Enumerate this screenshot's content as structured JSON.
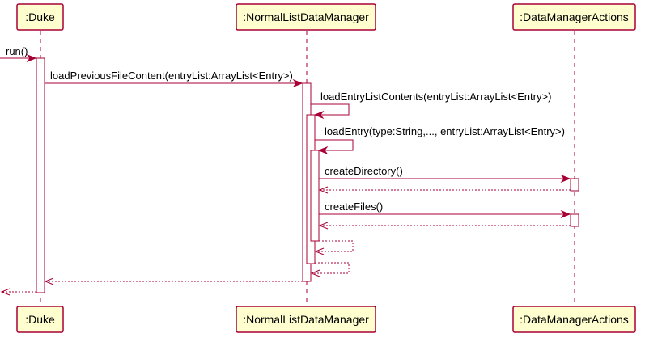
{
  "colors": {
    "participant_fill": "#FEFECE",
    "line": "#A80036",
    "text": "#000000"
  },
  "participants": [
    {
      "id": "duke",
      "label": ":Duke"
    },
    {
      "id": "normal",
      "label": ":NormalListDataManager"
    },
    {
      "id": "actions",
      "label": ":DataManagerActions"
    }
  ],
  "messages": [
    {
      "label": "run()",
      "from": "external",
      "to": "duke",
      "kind": "call"
    },
    {
      "label": "loadPreviousFileContent(entryList:ArrayList<Entry>)",
      "from": "duke",
      "to": "normal",
      "kind": "call"
    },
    {
      "label": "loadEntryListContents(entryList:ArrayList<Entry>)",
      "from": "normal",
      "to": "normal",
      "kind": "self-call"
    },
    {
      "label": "loadEntry(type:String,..., entryList:ArrayList<Entry>)",
      "from": "normal",
      "to": "normal",
      "kind": "self-call"
    },
    {
      "label": "createDirectory()",
      "from": "normal",
      "to": "actions",
      "kind": "call"
    },
    {
      "label": "",
      "from": "actions",
      "to": "normal",
      "kind": "return"
    },
    {
      "label": "createFiles()",
      "from": "normal",
      "to": "actions",
      "kind": "call"
    },
    {
      "label": "",
      "from": "actions",
      "to": "normal",
      "kind": "return"
    },
    {
      "label": "",
      "from": "normal",
      "to": "normal",
      "kind": "self-return"
    },
    {
      "label": "",
      "from": "normal",
      "to": "normal",
      "kind": "self-return"
    },
    {
      "label": "",
      "from": "normal",
      "to": "duke",
      "kind": "return"
    },
    {
      "label": "",
      "from": "duke",
      "to": "external",
      "kind": "return"
    }
  ]
}
